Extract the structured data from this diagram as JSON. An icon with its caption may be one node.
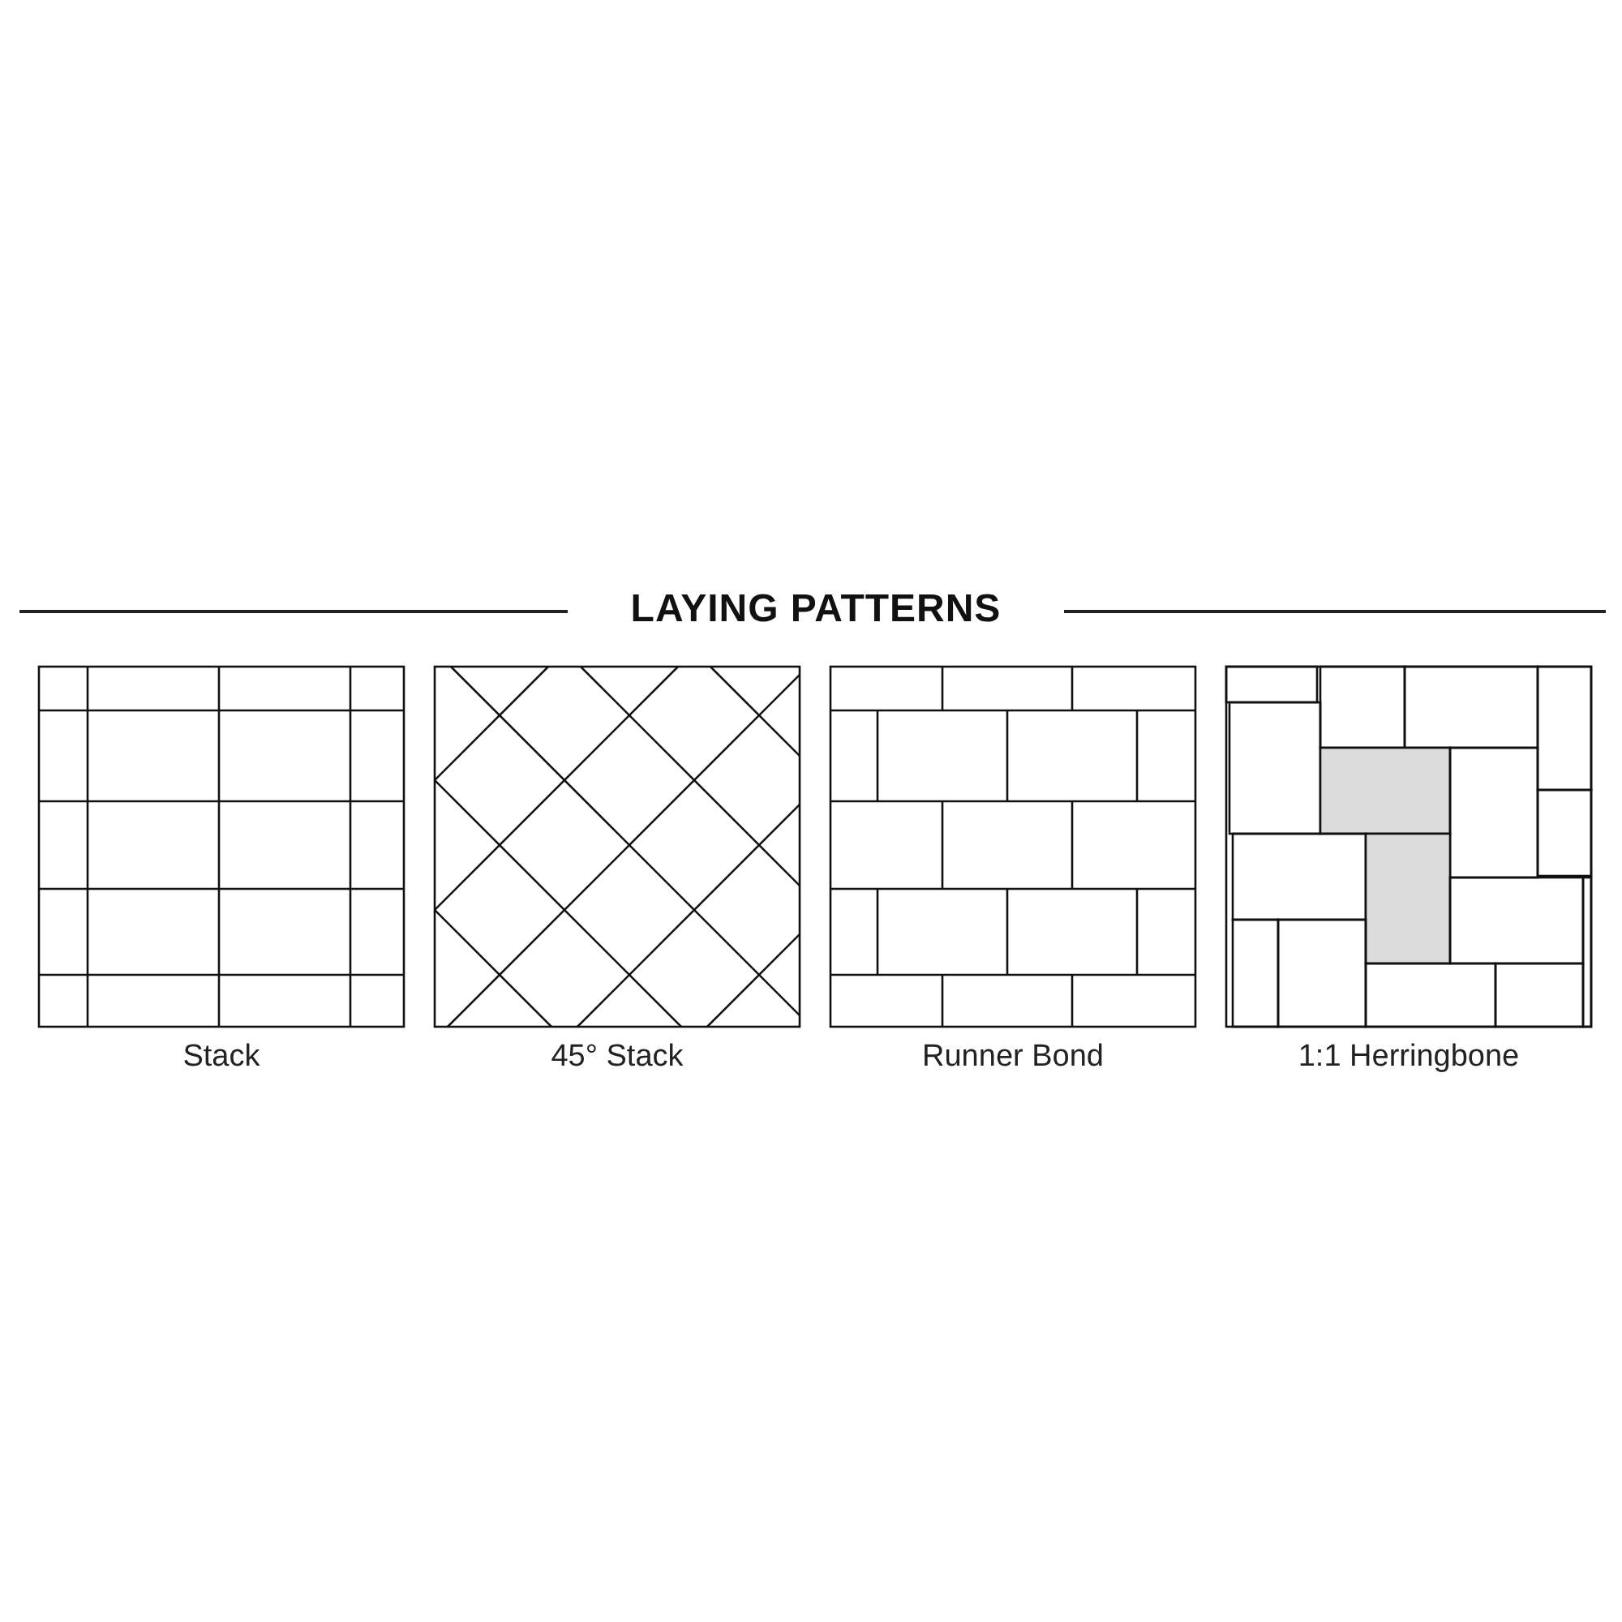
{
  "diagram": {
    "title": "LAYING PATTERNS",
    "labels": [
      "Stack",
      "45° Stack",
      "Runner Bond",
      "1:1 Herringbone"
    ]
  }
}
